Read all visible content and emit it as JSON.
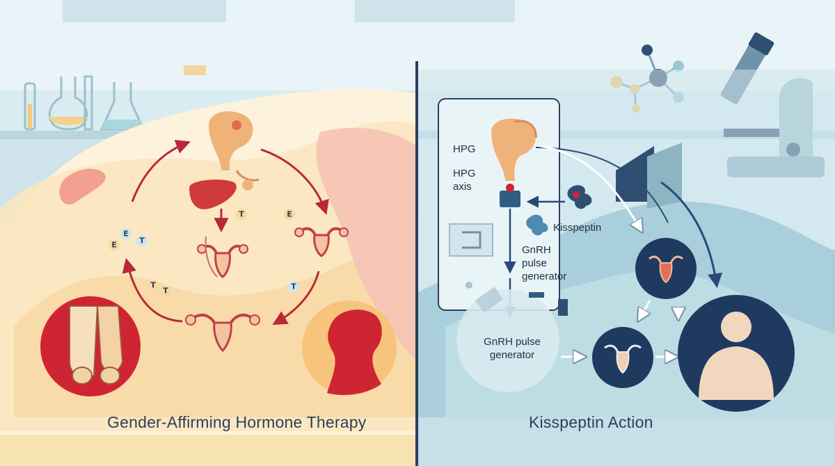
{
  "left_panel": {
    "title": "Gender-Affirming Hormone Therapy",
    "hormone_tokens": [
      "E",
      "E",
      "T",
      "T",
      "T",
      "T",
      "E",
      "T"
    ]
  },
  "right_panel": {
    "title": "Kisspeptin Action",
    "box_label_1": "HPG",
    "box_label_2": "HPG axis",
    "kisspeptin_label": "Kisspeptin",
    "gnrh_label": "GnRH pulse generator",
    "bubble_label": "GnRH pulse generator"
  },
  "colors": {
    "left_cream": "#fdf2dc",
    "left_peach": "#f8d7a4",
    "left_pink": "#f6c2b4",
    "arrow_red": "#b8283a",
    "right_blue": "#c6e2e9",
    "navy": "#1f3a5f",
    "divider": "#2c3e5c"
  }
}
